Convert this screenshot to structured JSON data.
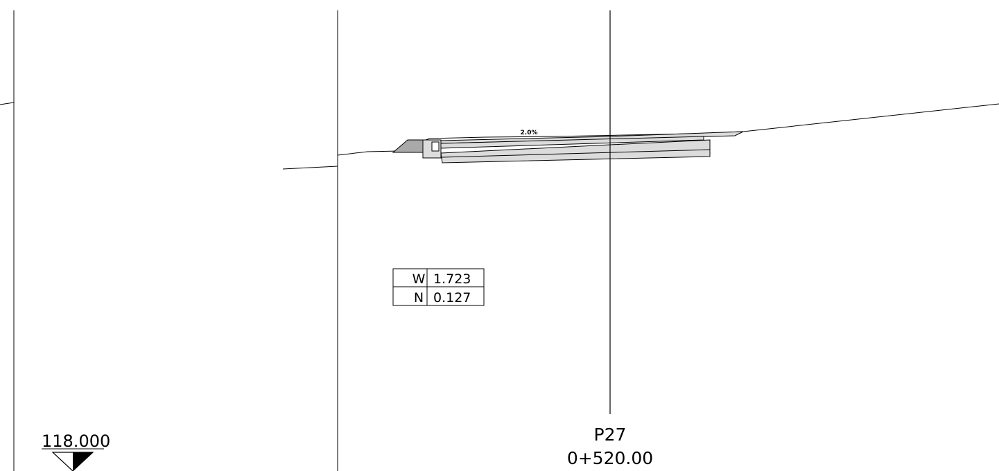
{
  "grade_label": "2.0%",
  "quantities": [
    {
      "key": "W",
      "value": "1.723"
    },
    {
      "key": "N",
      "value": "0.127"
    }
  ],
  "datum_elevation": "118.000",
  "station": {
    "name": "P27",
    "chainage": "0+520.00"
  },
  "colors": {
    "line": "#000000",
    "pavement_fill": "#dcdcdc",
    "shoulder_fill": "#a9a9a9",
    "background": "#ffffff"
  }
}
